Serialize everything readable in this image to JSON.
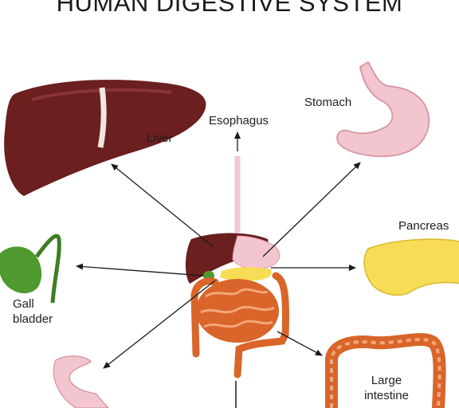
{
  "title": "HUMAN DIGESTIVE SYSTEM",
  "labels": {
    "liver": "Liver",
    "esophagus": "Esophagus",
    "stomach": "Stomach",
    "pancreas": "Pancreas",
    "gall_bladder_line1": "Gall",
    "gall_bladder_line2": "bladder",
    "large_intestine_line1": "Large",
    "large_intestine_line2": "intestine"
  },
  "colors": {
    "liver": "#6b1f1f",
    "stomach": "#f3c6cf",
    "pancreas": "#f7dc55",
    "gall_bladder": "#4f9a2e",
    "intestine": "#d9652a",
    "arrow": "#1a1a1a"
  }
}
